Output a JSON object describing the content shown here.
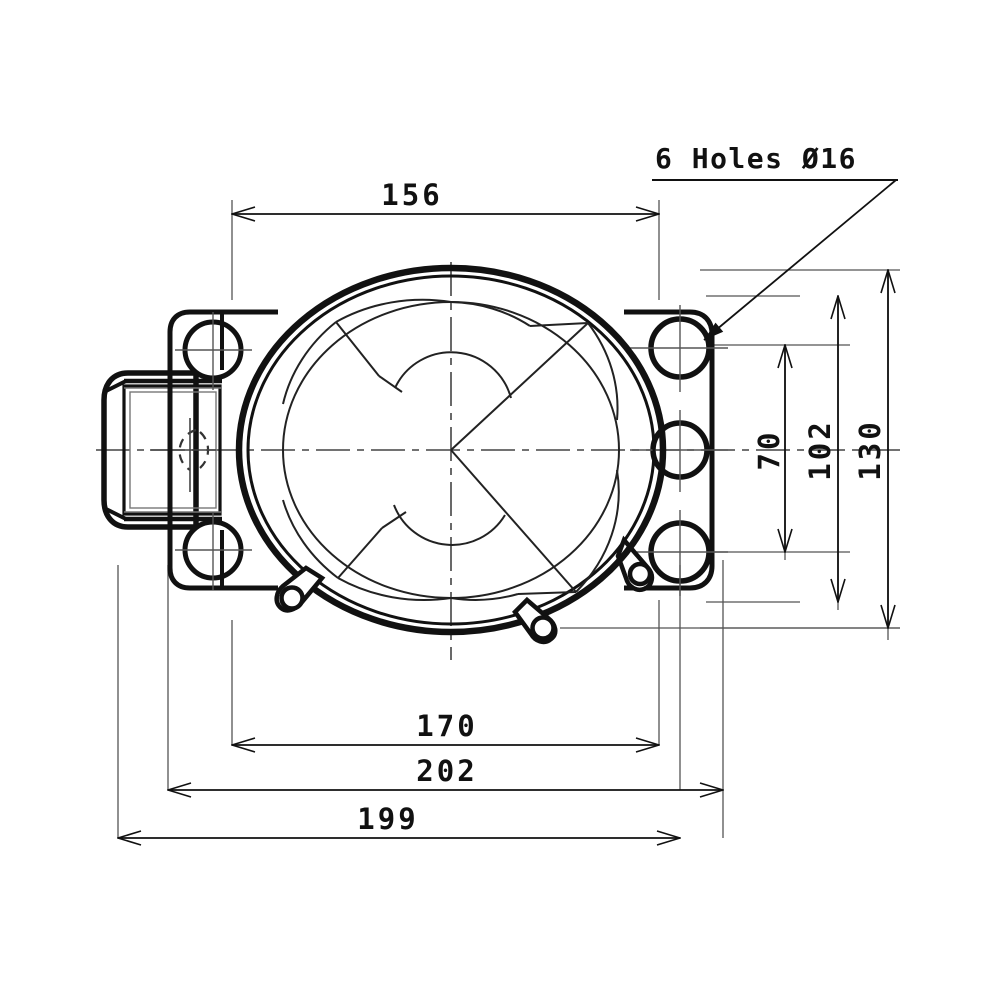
{
  "drawing": {
    "title": "valve-body-plan-view",
    "background_color": "#ffffff",
    "line_color": "#111111",
    "thin_line_color": "#555555",
    "units": "mm",
    "notes": [
      {
        "id": "holes-note",
        "text": "6 Holes Ø16"
      }
    ],
    "dimensions": {
      "top": [
        {
          "id": "dim-156",
          "label": "156",
          "orientation": "horizontal"
        }
      ],
      "right": [
        {
          "id": "dim-70",
          "label": "70",
          "orientation": "vertical"
        },
        {
          "id": "dim-102",
          "label": "102",
          "orientation": "vertical"
        },
        {
          "id": "dim-130",
          "label": "130",
          "orientation": "vertical"
        }
      ],
      "bottom": [
        {
          "id": "dim-170",
          "label": "170",
          "orientation": "horizontal"
        },
        {
          "id": "dim-202",
          "label": "202",
          "orientation": "horizontal"
        },
        {
          "id": "dim-199",
          "label": "199",
          "orientation": "horizontal"
        }
      ]
    },
    "features": {
      "right_flange_holes": 3,
      "left_flange_holes": 2,
      "total_holes": 6,
      "hole_diameter": "Ø16",
      "body_shape": "oval",
      "internal_feature": "three-vane-disc",
      "bottom_lugs": 2,
      "left_boss": "square-chamfered"
    }
  }
}
